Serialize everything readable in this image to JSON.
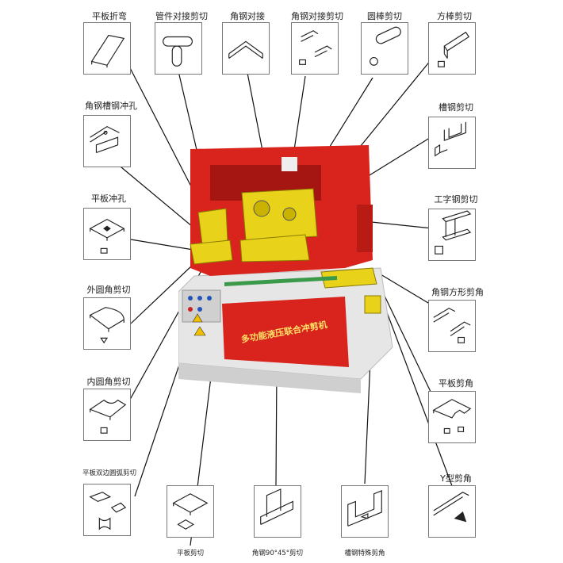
{
  "labels": {
    "top": [
      "平板折弯",
      "管件对接剪切",
      "角钢对接",
      "角钢对接剪切",
      "圆棒剪切",
      "方棒剪切"
    ],
    "left": [
      "角钢槽钢冲孔",
      "平板冲孔",
      "外圆角剪切",
      "内圆角剪切",
      "平板双边圆弧剪切"
    ],
    "right": [
      "槽钢剪切",
      "工字钢剪切",
      "角钢方形剪角",
      "平板剪角",
      "Y型剪角"
    ],
    "bottom": [
      "平板剪切",
      "角钢90°45°剪切",
      "槽钢特殊剪角"
    ]
  },
  "machine": {
    "title": "多功能液压联合冲剪机"
  },
  "colors": {
    "machine_red": "#d8241c",
    "machine_yellow": "#e9d21a",
    "machine_base": "#e8e8e8",
    "leader": "#111111",
    "card_border": "#777777"
  }
}
